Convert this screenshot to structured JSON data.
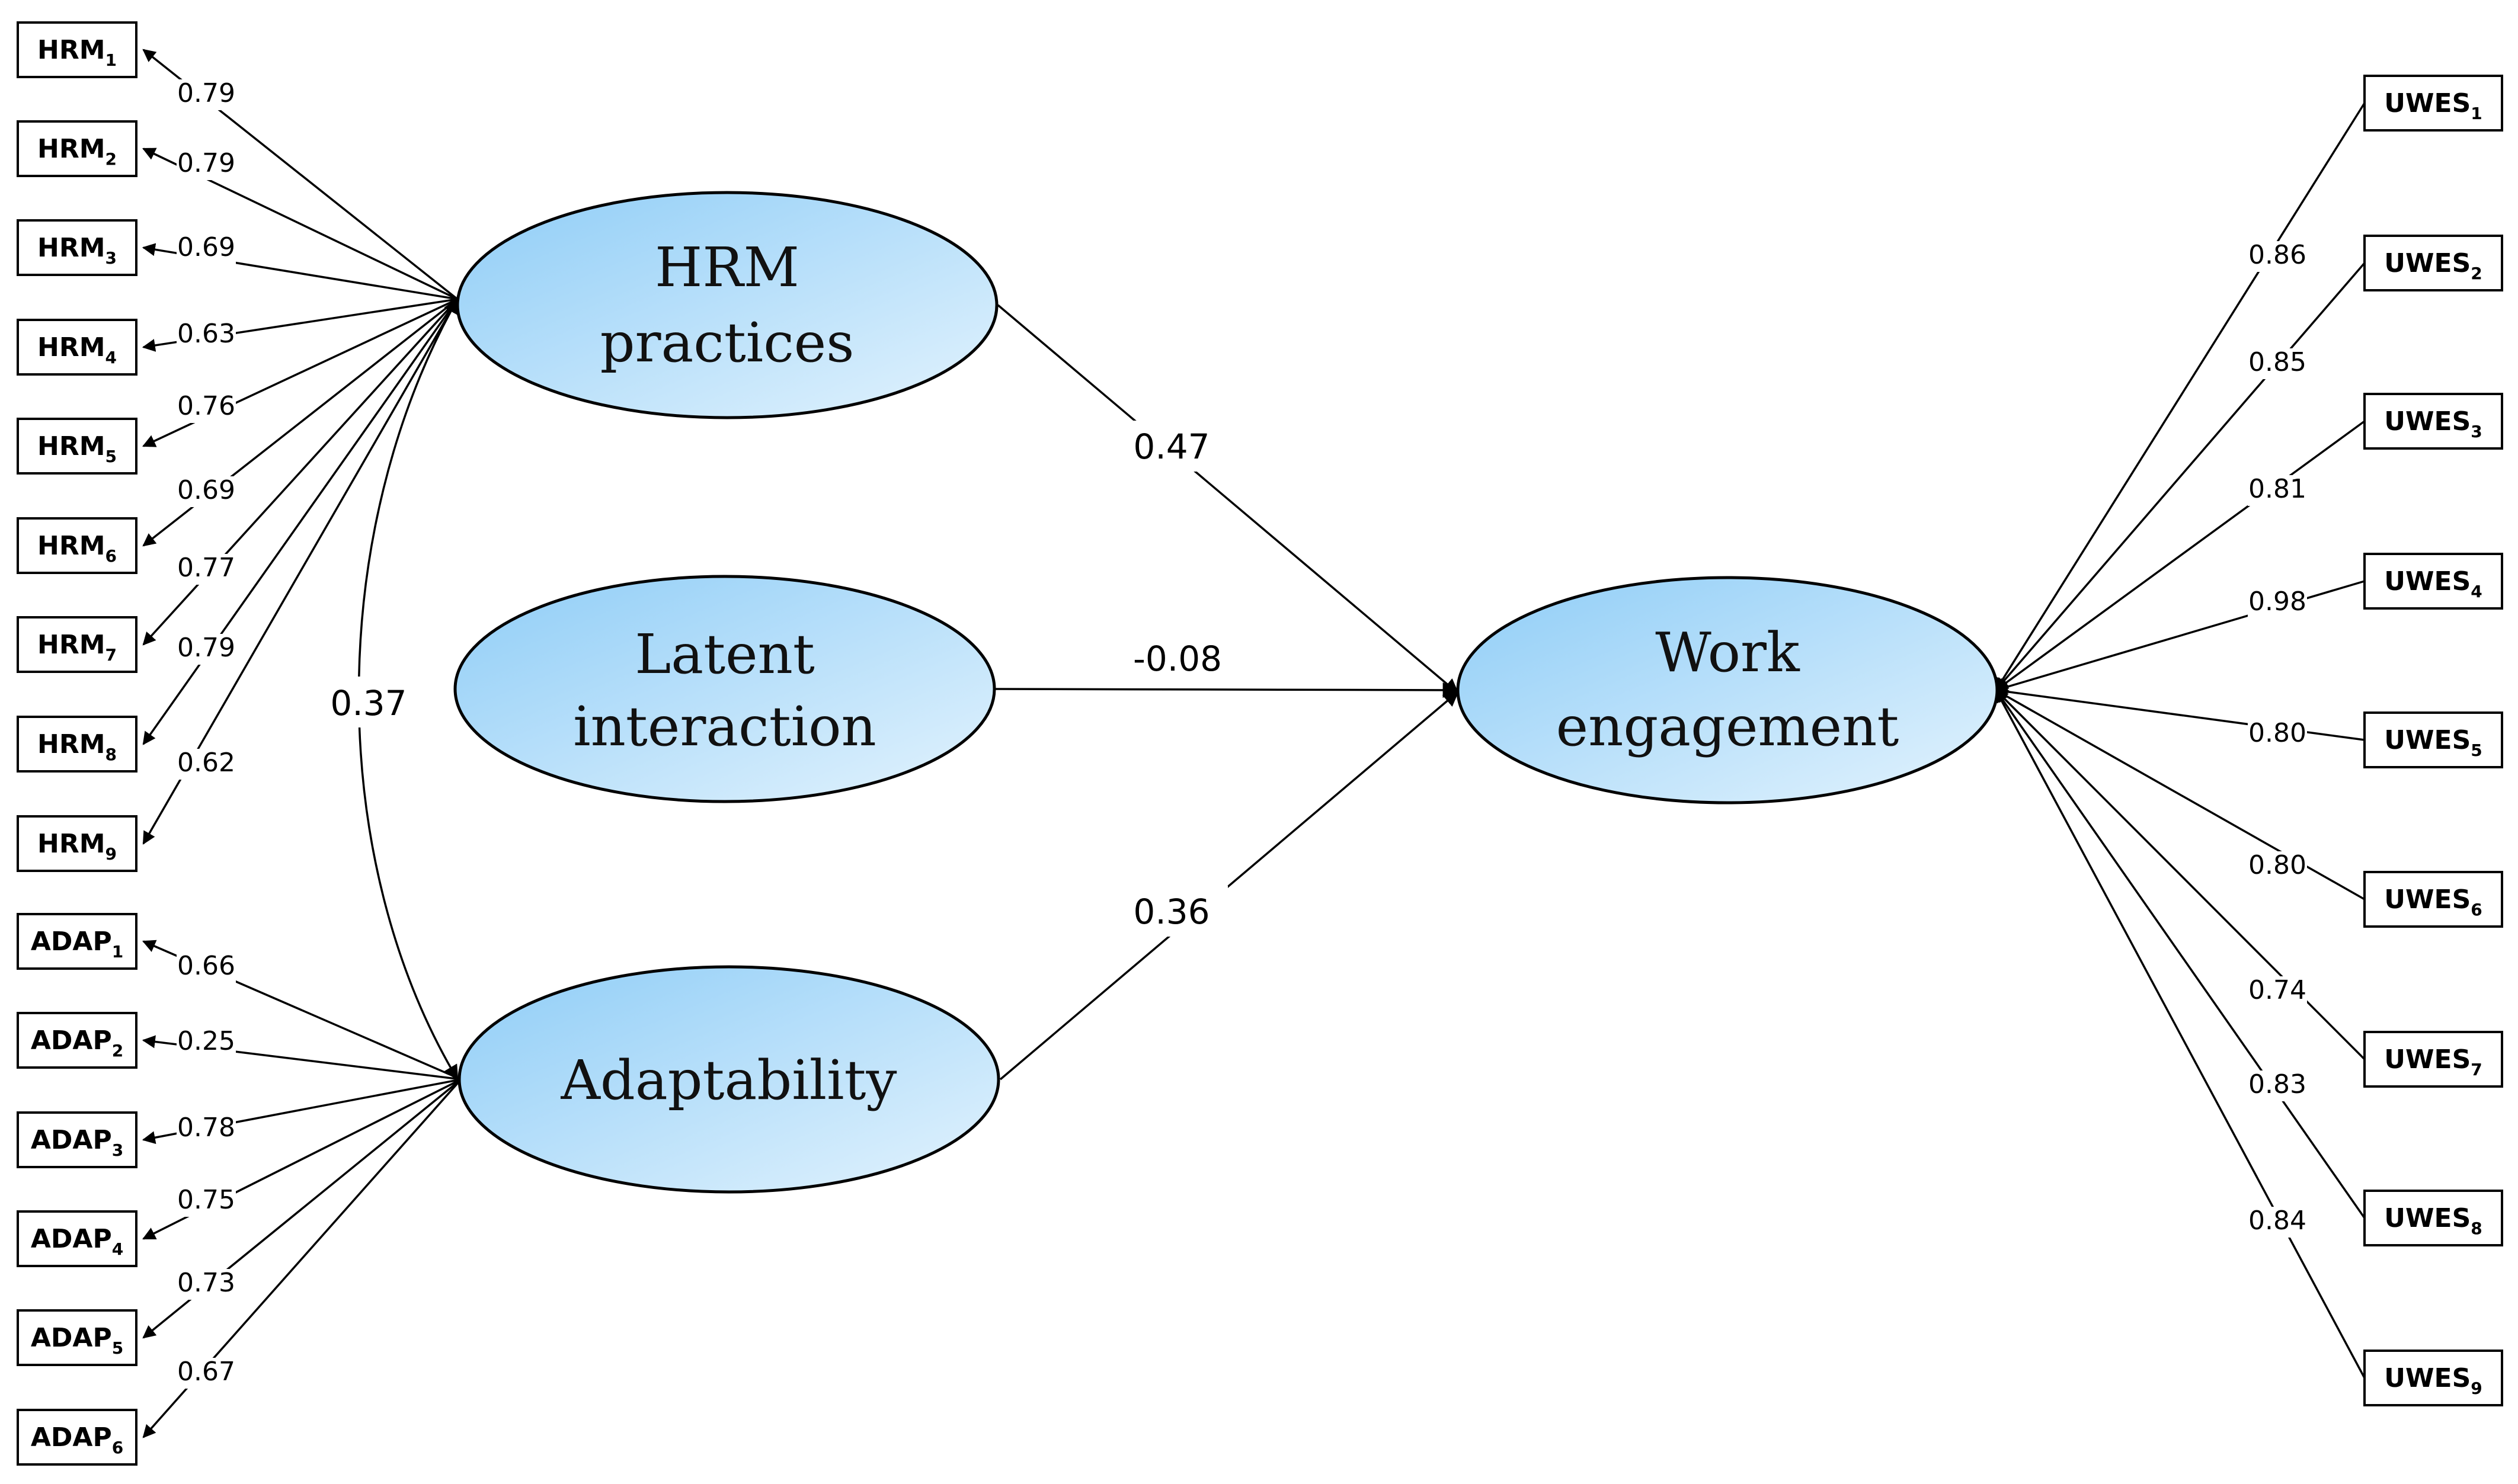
{
  "latents": {
    "hrm": {
      "line1": "HRM",
      "line2": "practices"
    },
    "interaction": {
      "line1": "Latent",
      "line2": "interaction"
    },
    "adaptability": {
      "line1": "Adaptability"
    },
    "engagement": {
      "line1": "Work",
      "line2": "engagement"
    }
  },
  "paths": {
    "hrm_to_engagement": "0.47",
    "interaction_to_engagement": "-0.08",
    "adaptability_to_engagement": "0.36",
    "hrm_adaptability_covariance": "0.37"
  },
  "hrm_indicators": [
    {
      "base": "HRM",
      "sub": "1",
      "loading": "0.79"
    },
    {
      "base": "HRM",
      "sub": "2",
      "loading": "0.79"
    },
    {
      "base": "HRM",
      "sub": "3",
      "loading": "0.69"
    },
    {
      "base": "HRM",
      "sub": "4",
      "loading": "0.63"
    },
    {
      "base": "HRM",
      "sub": "5",
      "loading": "0.76"
    },
    {
      "base": "HRM",
      "sub": "6",
      "loading": "0.69"
    },
    {
      "base": "HRM",
      "sub": "7",
      "loading": "0.77"
    },
    {
      "base": "HRM",
      "sub": "8",
      "loading": "0.79"
    },
    {
      "base": "HRM",
      "sub": "9",
      "loading": "0.62"
    }
  ],
  "adap_indicators": [
    {
      "base": "ADAP",
      "sub": "1",
      "loading": "0.66"
    },
    {
      "base": "ADAP",
      "sub": "2",
      "loading": "0.25"
    },
    {
      "base": "ADAP",
      "sub": "3",
      "loading": "0.78"
    },
    {
      "base": "ADAP",
      "sub": "4",
      "loading": "0.75"
    },
    {
      "base": "ADAP",
      "sub": "5",
      "loading": "0.73"
    },
    {
      "base": "ADAP",
      "sub": "6",
      "loading": "0.67"
    }
  ],
  "uwes_indicators": [
    {
      "base": "UWES",
      "sub": "1",
      "loading": "0.86"
    },
    {
      "base": "UWES",
      "sub": "2",
      "loading": "0.85"
    },
    {
      "base": "UWES",
      "sub": "3",
      "loading": "0.81"
    },
    {
      "base": "UWES",
      "sub": "4",
      "loading": "0.98"
    },
    {
      "base": "UWES",
      "sub": "5",
      "loading": "0.80"
    },
    {
      "base": "UWES",
      "sub": "6",
      "loading": "0.80"
    },
    {
      "base": "UWES",
      "sub": "7",
      "loading": "0.74"
    },
    {
      "base": "UWES",
      "sub": "8",
      "loading": "0.83"
    },
    {
      "base": "UWES",
      "sub": "9",
      "loading": "0.84"
    }
  ],
  "colors": {
    "ellipse_dark": "#8fcdf7",
    "ellipse_light": "#e3f3fd",
    "stroke": "#000000"
  }
}
